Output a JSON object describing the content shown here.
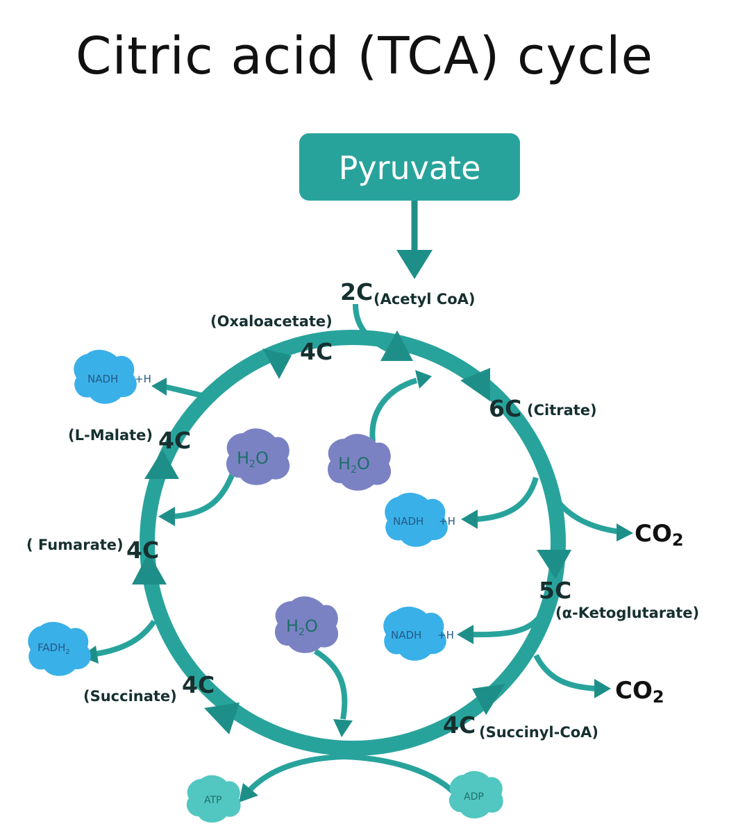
{
  "title": "Citric acid (TCA) cycle",
  "colors": {
    "teal": "#28a39c",
    "teal_dark": "#1e8f88",
    "nadh_blob": "#3ab0e8",
    "h2o_blob": "#7b82c3",
    "atp_blob": "#52c7c1"
  },
  "pyruvate": {
    "label": "Pyruvate"
  },
  "acetyl": {
    "carbon": "2C",
    "name": "(Acetyl CoA)"
  },
  "intermediates": {
    "oxaloacetate": {
      "carbon": "4C",
      "name": "(Oxaloacetate)"
    },
    "citrate": {
      "carbon": "6C",
      "name": "(Citrate)"
    },
    "malate": {
      "carbon": "4C",
      "name": "(L-Malate)"
    },
    "fumarate": {
      "carbon": "4C",
      "name": "( Fumarate)"
    },
    "ketoglutarate": {
      "carbon": "5C",
      "name": "(α-Ketoglutarate)"
    },
    "succinate": {
      "carbon": "4C",
      "name": "(Succinate)"
    },
    "succinyl": {
      "carbon": "4C",
      "name": "(Succinyl-CoA)"
    }
  },
  "products": {
    "nadh": "NADH",
    "plus_h": "+H",
    "fadh": "FADH",
    "fadh_sub": "2",
    "h": "H",
    "h_sub": "2",
    "o": "O",
    "co2_main": "CO",
    "co2_sub": "2",
    "atp": "ATP",
    "adp": "ADP"
  }
}
